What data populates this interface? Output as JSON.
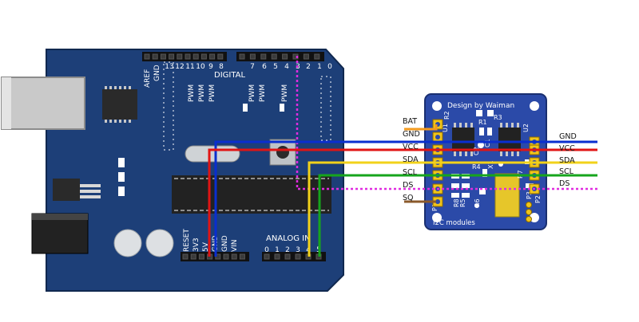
{
  "arduino": {
    "digital_label": "DIGITAL",
    "analog_label": "ANALOG IN",
    "top_pins": [
      "AREF",
      "GND",
      "13",
      "12",
      "11",
      "10",
      "9",
      "8",
      "7",
      "6",
      "5",
      "4",
      "3",
      "2",
      "1",
      "0"
    ],
    "pwm_label": "PWM",
    "bottom_pins": [
      "RESET",
      "3V3",
      "5V",
      "GND",
      "GND",
      "VIN"
    ],
    "analog_pins": [
      "0",
      "1",
      "2",
      "3",
      "4",
      "5"
    ]
  },
  "module": {
    "title": "Design by Waiman",
    "footer": "I2C modules",
    "left_pins": [
      "BAT",
      "GND",
      "VCC",
      "SDA",
      "SCL",
      "DS",
      "SQ"
    ],
    "right_pins": [
      "GND",
      "VCC",
      "SDA",
      "SCL",
      "DS"
    ],
    "silkscreen": [
      "P1",
      "P2",
      "P3",
      "U1",
      "U2",
      "R1",
      "R2",
      "R3",
      "R4",
      "R5",
      "R6",
      "R7",
      "R8",
      "C1",
      "C2",
      "X1"
    ]
  },
  "wires": [
    {
      "signal": "GND",
      "color": "#0a2ecf"
    },
    {
      "signal": "VCC",
      "color": "#e01414"
    },
    {
      "signal": "SDA",
      "color": "#f2d21a"
    },
    {
      "signal": "SCL",
      "color": "#16a51c"
    },
    {
      "signal": "DS",
      "color": "#e02ce0"
    },
    {
      "signal": "BAT",
      "color": "#f39a1e"
    },
    {
      "signal": "SQ",
      "color": "#8b5a2b"
    }
  ]
}
